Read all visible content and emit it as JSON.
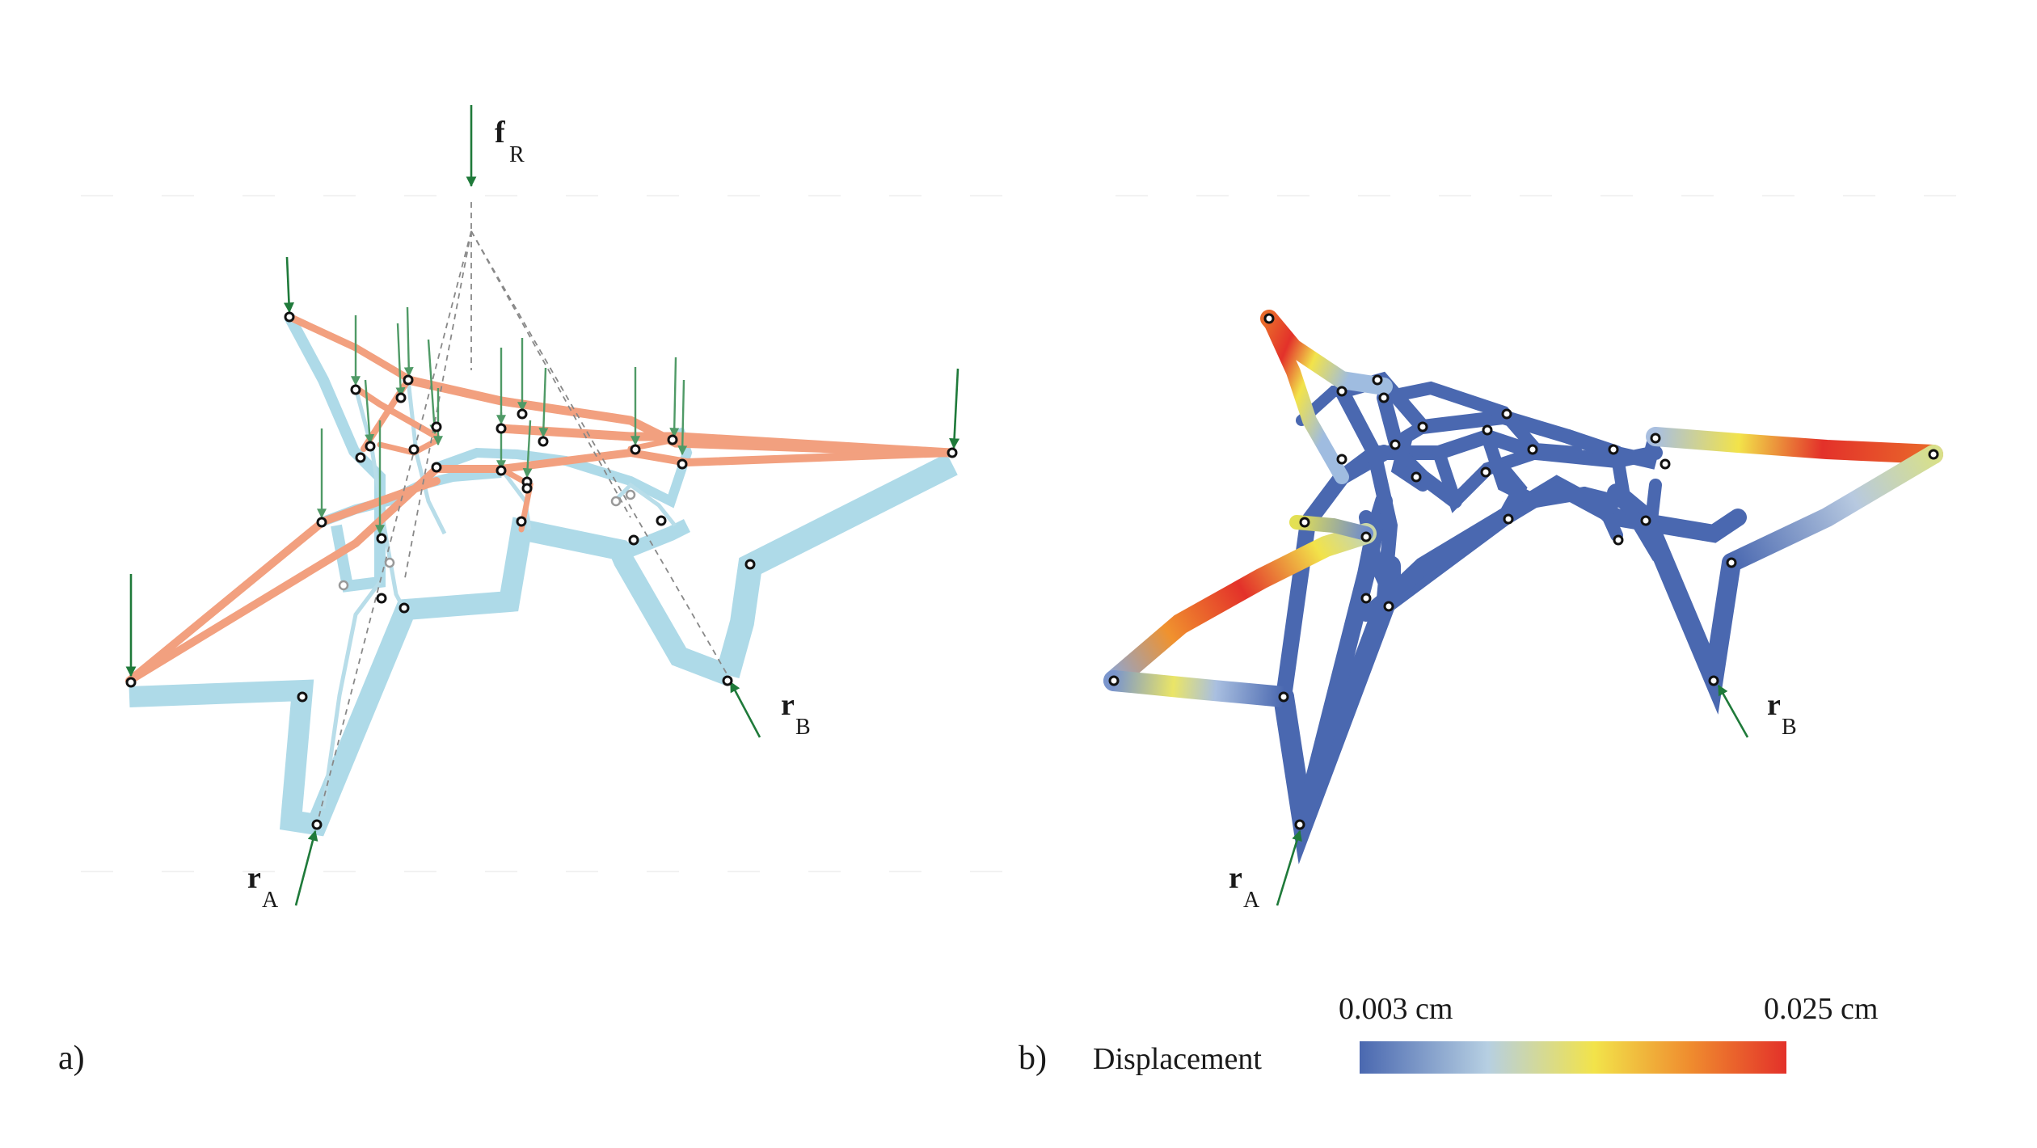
{
  "panel_a": {
    "caption": "a)",
    "force_label": {
      "main": "f",
      "sub": "R"
    },
    "reaction_a": {
      "main": "r",
      "sub": "A"
    },
    "reaction_b": {
      "main": "r",
      "sub": "B"
    }
  },
  "panel_b": {
    "caption": "b)",
    "reaction_a": {
      "main": "r",
      "sub": "A"
    },
    "reaction_b": {
      "main": "r",
      "sub": "B"
    },
    "legend": {
      "title": "Displacement",
      "min_label": "0.003 cm",
      "max_label": "0.025 cm",
      "min_value": 0.003,
      "max_value": 0.025,
      "unit": "cm"
    }
  },
  "colors": {
    "form_edges": "#aedae8",
    "force_edges": "#f2a07f",
    "arrows": "#1f7a3a",
    "disp_low": "#4a68b0",
    "disp_mid": "#f2e34a",
    "disp_high": "#e3312a"
  }
}
